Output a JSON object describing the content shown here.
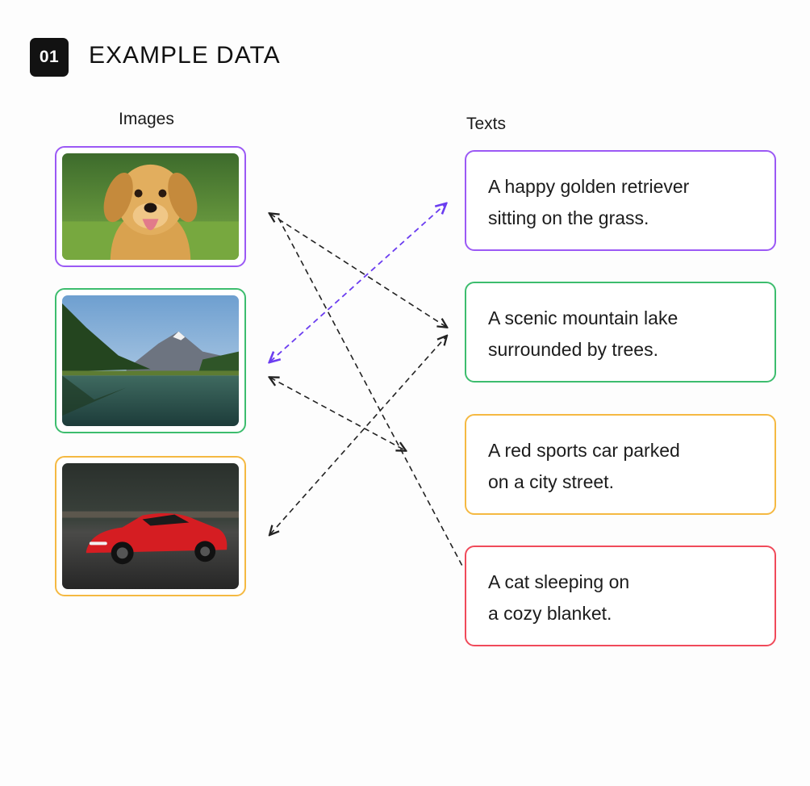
{
  "header": {
    "step": "01",
    "title": "EXAMPLE DATA"
  },
  "columns": {
    "images_label": "Images",
    "texts_label": "Texts"
  },
  "images": [
    {
      "subject": "golden retriever on grass",
      "border_color": "#9b59f5"
    },
    {
      "subject": "mountain lake with trees",
      "border_color": "#3dbd6e"
    },
    {
      "subject": "red sports car on street",
      "border_color": "#f5b942"
    }
  ],
  "texts": [
    {
      "lines": [
        "A happy golden retriever",
        "sitting on the grass."
      ],
      "border_color": "#9b59f5"
    },
    {
      "lines": [
        "A scenic mountain lake",
        "surrounded by trees."
      ],
      "border_color": "#3dbd6e"
    },
    {
      "lines": [
        "A red sports car parked",
        "on a city street."
      ],
      "border_color": "#f5b942"
    },
    {
      "lines": [
        "A cat sleeping on",
        "a cozy blanket."
      ],
      "border_color": "#f04a5a"
    }
  ],
  "links": [
    {
      "from_image": 0,
      "to_text": 1,
      "style": "dashed",
      "color": "#222222"
    },
    {
      "from_image": 0,
      "to_text": 3,
      "style": "dashed",
      "color": "#222222"
    },
    {
      "from_image": 1,
      "to_text": 0,
      "style": "dashed",
      "color": "#6b3df0",
      "bidirectional": true
    },
    {
      "from_image": 1,
      "to_text": 2,
      "style": "dashed",
      "color": "#222222",
      "bidirectional": true
    },
    {
      "from_image": 2,
      "to_text": 1,
      "style": "dashed",
      "color": "#222222",
      "bidirectional": true
    }
  ]
}
